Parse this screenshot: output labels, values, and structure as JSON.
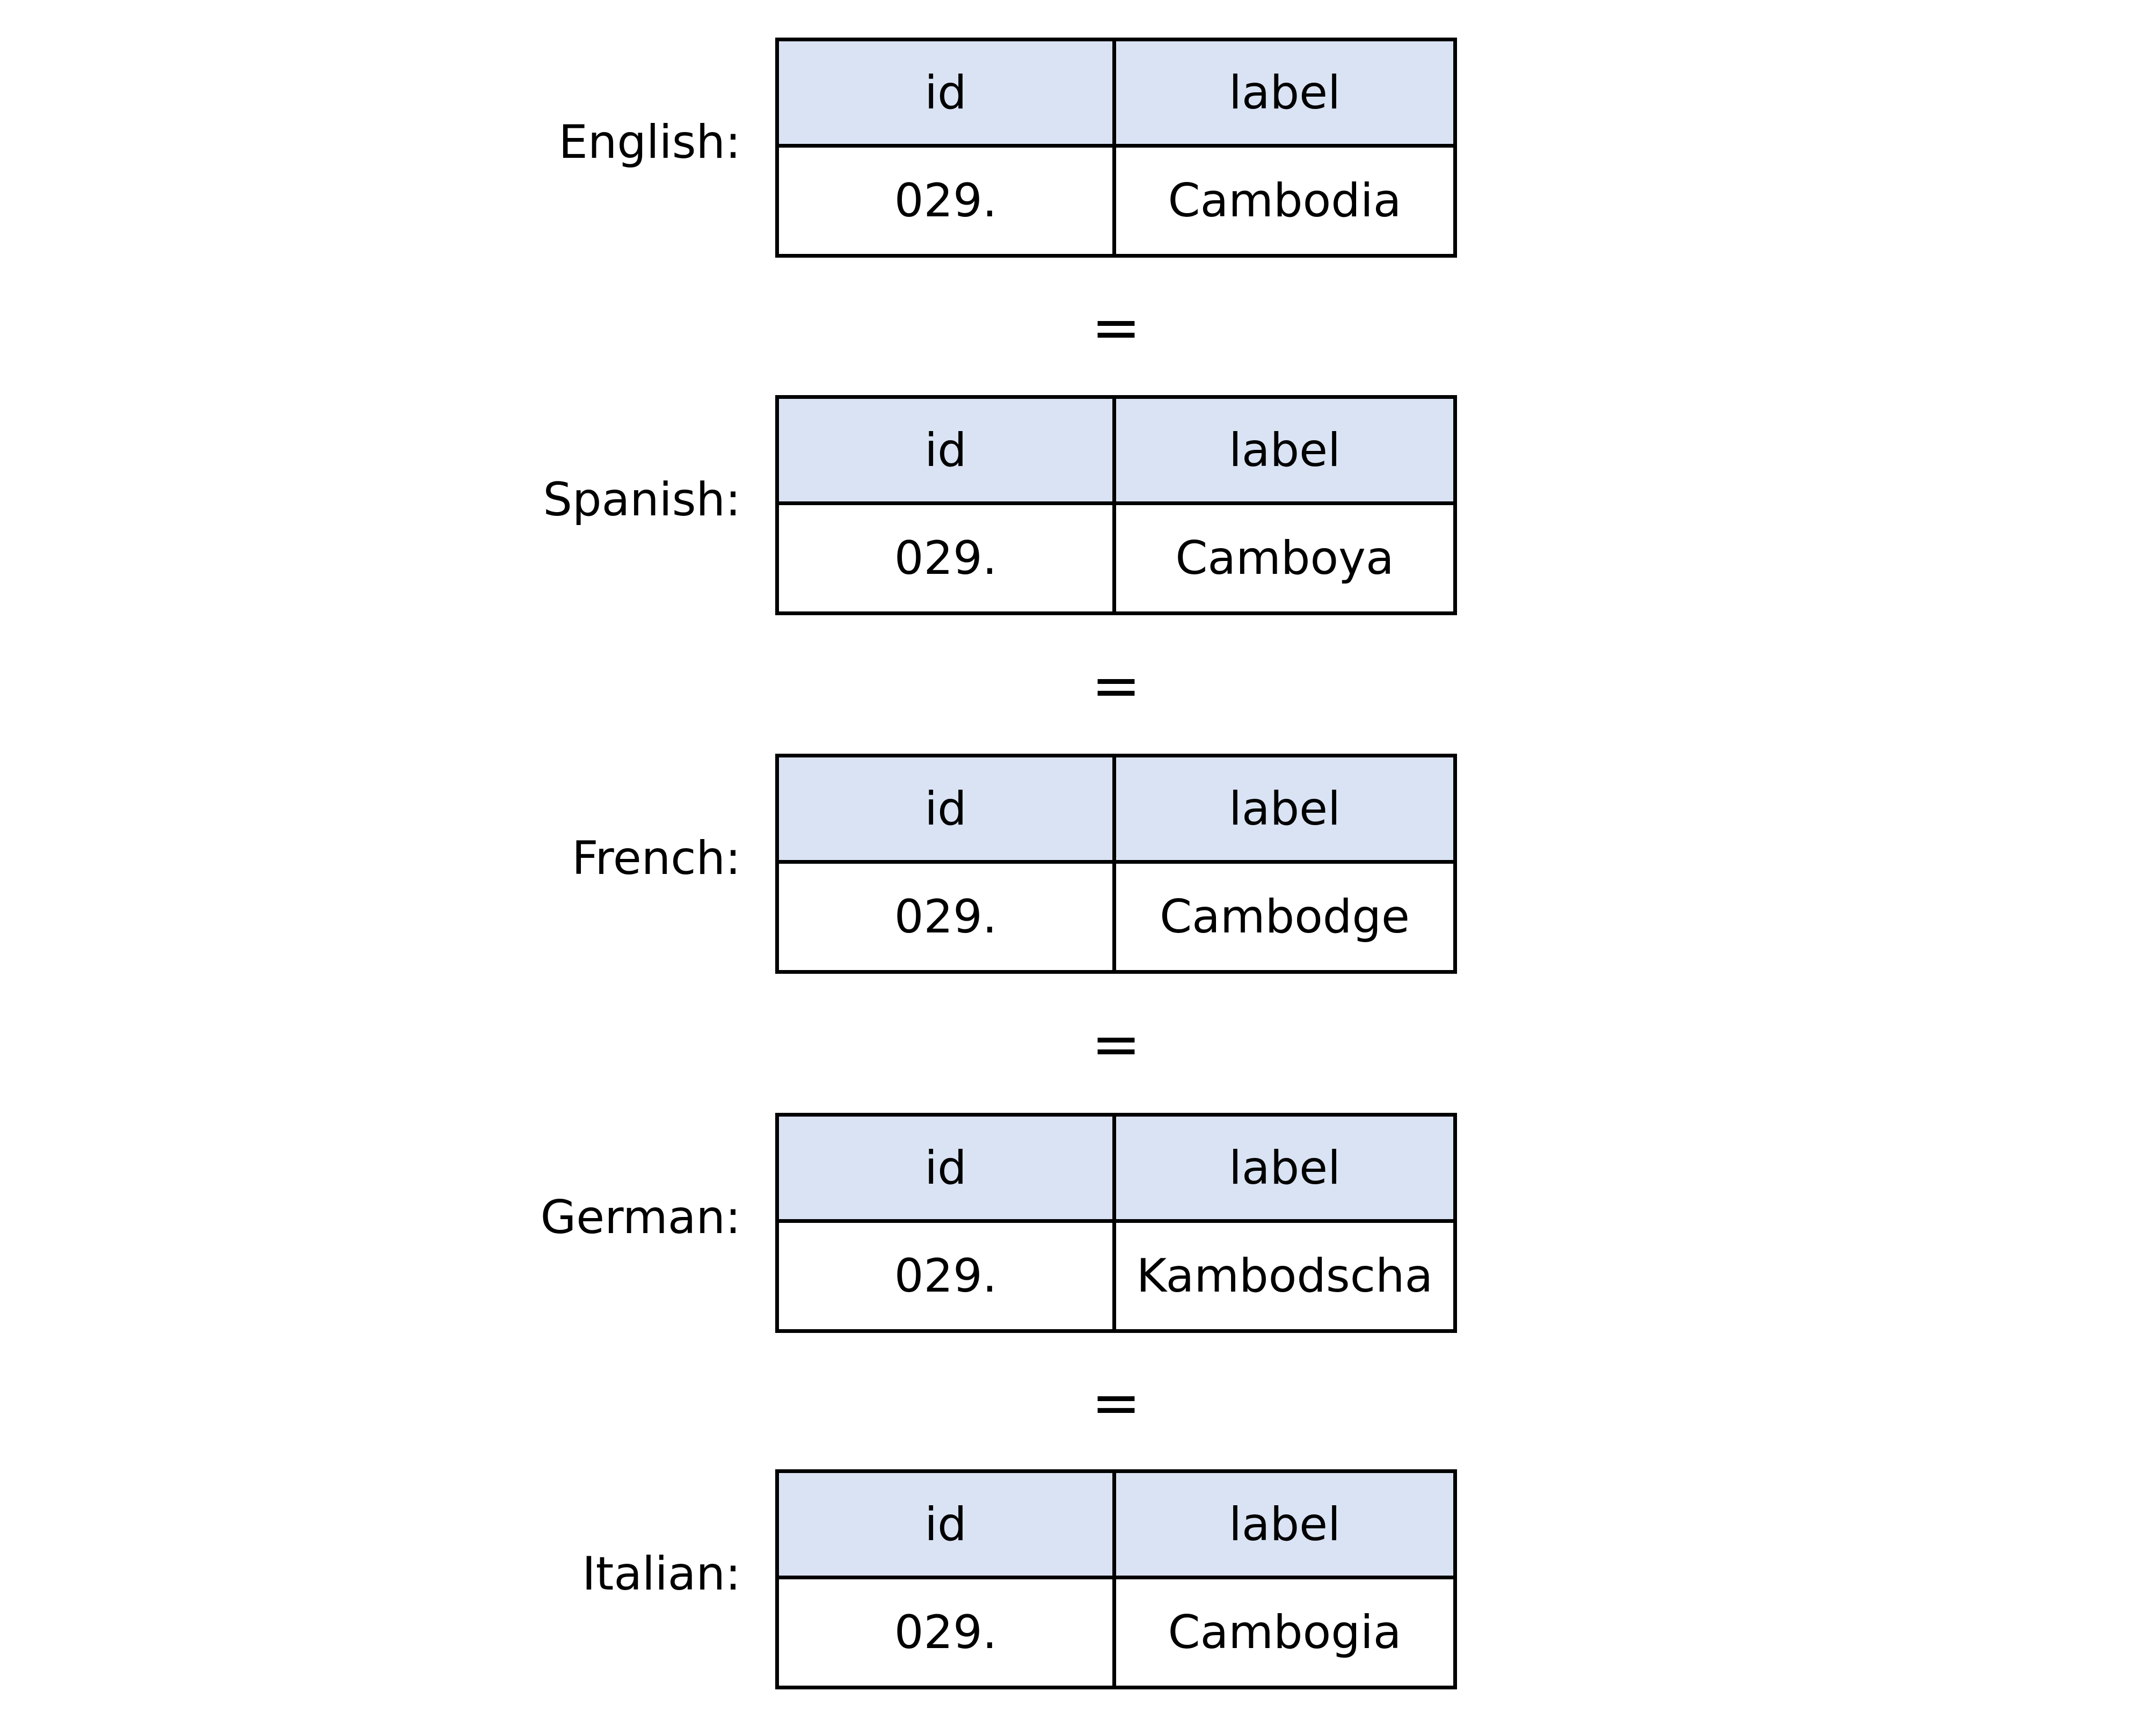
{
  "colors": {
    "header_fill": "#dae3f3",
    "border": "#000000",
    "text": "#000000",
    "background": "#ffffff"
  },
  "header": {
    "id_label": "id",
    "label_label": "label"
  },
  "equals": "=",
  "tables": [
    {
      "language": "English:",
      "id": "029.",
      "label": "Cambodia"
    },
    {
      "language": "Spanish:",
      "id": "029.",
      "label": "Camboya"
    },
    {
      "language": "French:",
      "id": "029.",
      "label": "Cambodge"
    },
    {
      "language": "German:",
      "id": "029.",
      "label": "Kambodscha"
    },
    {
      "language": "Italian:",
      "id": "029.",
      "label": "Cambogia"
    }
  ]
}
